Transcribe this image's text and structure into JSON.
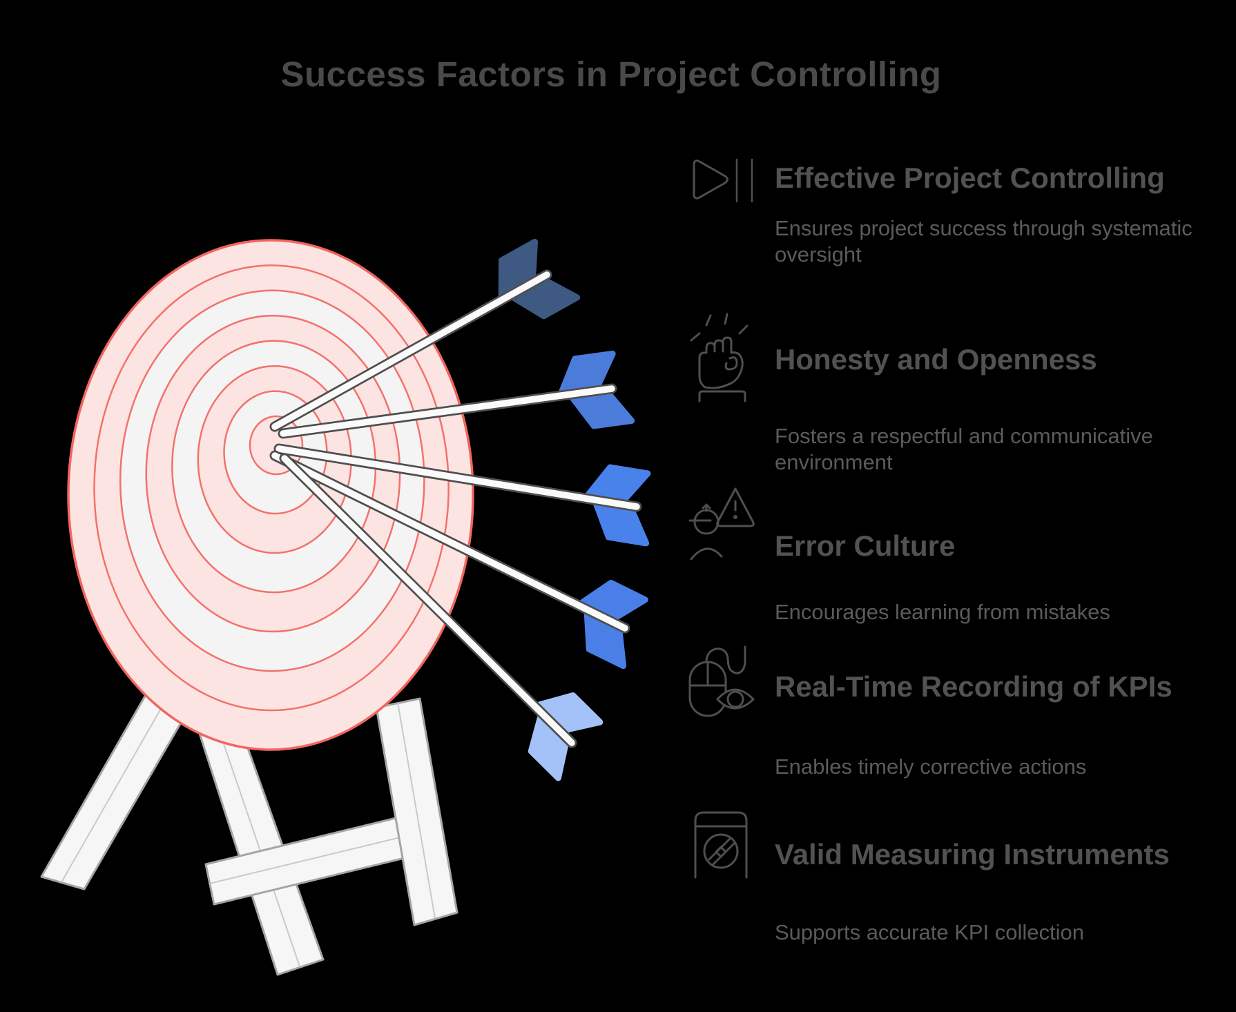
{
  "title": "Success Factors in Project Controlling",
  "items": [
    {
      "icon": "play-pause-icon",
      "title": "Effective Project Controlling",
      "description": "Ensures project success through systematic oversight"
    },
    {
      "icon": "raised-fist-icon",
      "title": "Honesty and Openness",
      "description": "Fosters a respectful and communicative environment"
    },
    {
      "icon": "person-euro-warning-icon",
      "title": "Error Culture",
      "description": "Encourages learning from mistakes"
    },
    {
      "icon": "mouse-eye-icon",
      "title": "Real-Time Recording of KPIs",
      "description": "Enables timely corrective actions"
    },
    {
      "icon": "measuring-device-icon",
      "title": "Valid Measuring Instruments",
      "description": "Supports accurate KPI collection"
    }
  ],
  "colors": {
    "background": "#000000",
    "title_text": "#4A4A4A",
    "heading_text": "#525252",
    "description_text": "#5B5B5B",
    "icon_stroke": "#4F4F4F",
    "target_pink": "#FCE4E2",
    "target_gray": "#F4F4F4",
    "target_ring_stroke": "#F3716B",
    "target_outline": "#F2655F",
    "stand_fill": "#F6F6F6",
    "stand_stroke": "#A5A5A5",
    "arrow_shaft_fill": "#FAFAFA",
    "arrow_shaft_outline": "#4F4F4F",
    "fletching": [
      "#3E5982",
      "#4C7CD9",
      "#4A82EC",
      "#4A7FE8",
      "#A5C2F8"
    ]
  }
}
